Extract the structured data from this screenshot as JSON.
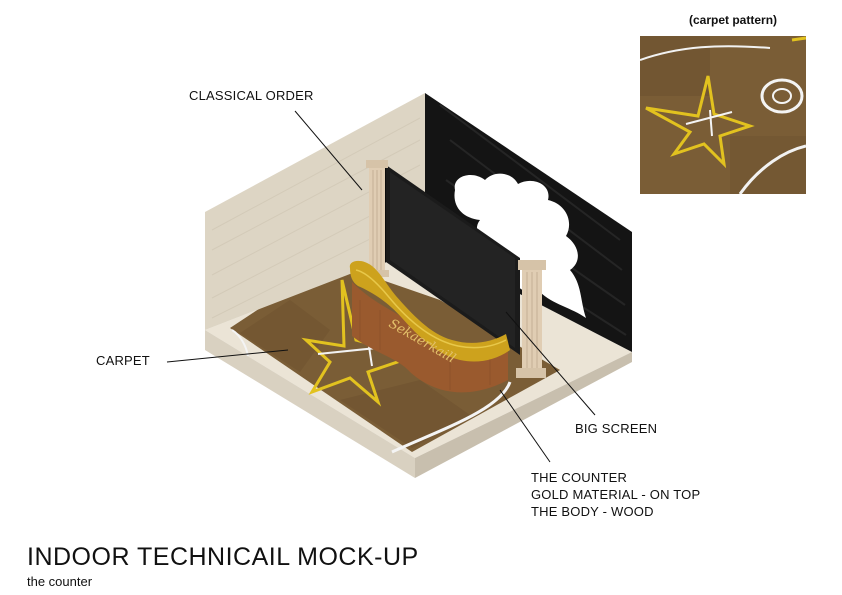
{
  "title": "INDOOR TECHNICAIL MOCK-UP",
  "subtitle": "the counter",
  "pattern_caption": "(carpet pattern)",
  "counter_sign": "Sekaerkaill",
  "labels": {
    "classical_order": "CLASSICAL ORDER",
    "carpet": "CARPET",
    "big_screen": "BIG SCREEN",
    "counter": [
      "THE COUNTER",
      "GOLD MATERIAL - ON TOP",
      "THE BODY - WOOD"
    ]
  },
  "colors": {
    "floor": "#ebe4d6",
    "carpet": "#7a5d36",
    "left_wall": "#ddd5c4",
    "back_wall": "#141414",
    "screen": "#1b1b1b",
    "gold": "#cda21d",
    "wood": "#9a5a2e",
    "column": "#e0cdb3",
    "star": "#e2c21f"
  }
}
